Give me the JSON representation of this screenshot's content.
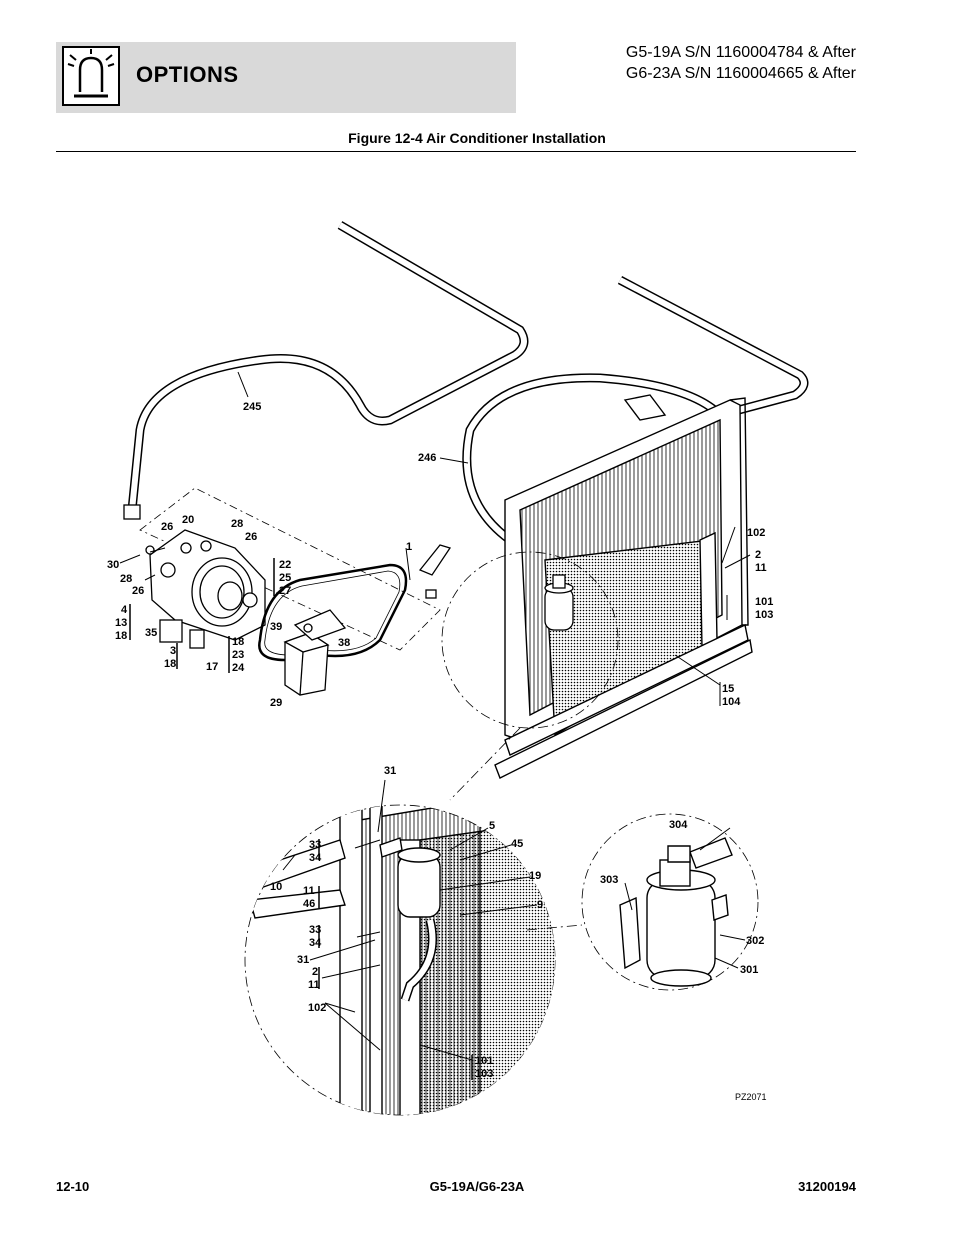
{
  "header": {
    "section_title": "OPTIONS",
    "serial_line_1": "G5-19A S/N 1160004784 & After",
    "serial_line_2": "G6-23A S/N 1160004665 & After"
  },
  "figure": {
    "title": "Figure 12-4 Air Conditioner Installation",
    "code": "PZ2071"
  },
  "callouts": [
    "245",
    "246",
    "1",
    "20",
    "26",
    "28",
    "26",
    "30",
    "28",
    "26",
    "22",
    "25",
    "27",
    "4",
    "13",
    "18",
    "35",
    "3",
    "18",
    "17",
    "18",
    "23",
    "24",
    "39",
    "38",
    "29",
    "102",
    "2",
    "11",
    "101",
    "103",
    "15",
    "104",
    "31",
    "5",
    "45",
    "33",
    "34",
    "10",
    "11",
    "46",
    "19",
    "9",
    "33",
    "34",
    "31",
    "2",
    "11",
    "102",
    "101",
    "103",
    "304",
    "303",
    "302",
    "301"
  ],
  "footer": {
    "page_number": "12-10",
    "model": "G5-19A/G6-23A",
    "doc_number": "31200194"
  },
  "colors": {
    "header_background": "#d9d9d9",
    "line": "#000000"
  },
  "icons": {
    "header": "work-light-icon"
  }
}
